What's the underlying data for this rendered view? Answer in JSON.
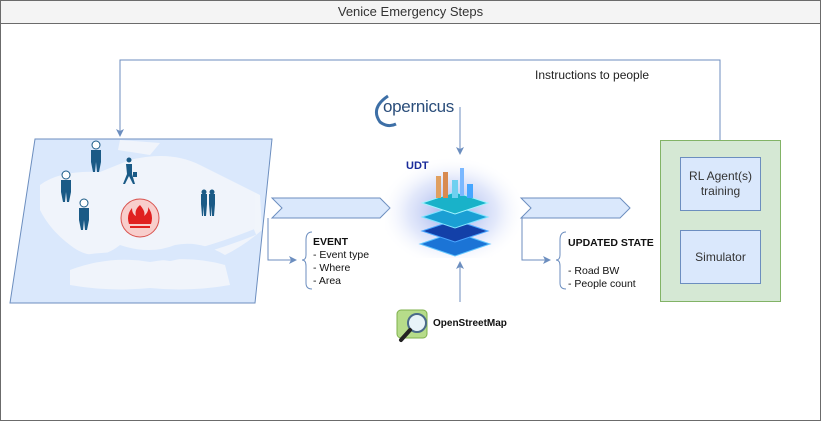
{
  "diagram": {
    "title": "Venice Emergency Steps",
    "feedback_label": "Instructions to people",
    "sources": {
      "copernicus": "opernicus",
      "copernicus_full": "Copernicus",
      "osm": "OpenStreetMap"
    },
    "udt": {
      "label": "UDT"
    },
    "event": {
      "heading": "EVENT",
      "items": [
        "- Event type",
        "- Where",
        "- Area"
      ]
    },
    "updated_state": {
      "heading": "UPDATED STATE",
      "items": [
        "- Road BW",
        "- People count"
      ]
    },
    "agent_box": {
      "rl_agent": "RL Agent(s) training",
      "rl_agent_line1": "RL Agent(s)",
      "rl_agent_line2": "training",
      "simulator": "Simulator"
    },
    "map": {
      "people_count": 6,
      "hazard": "fire"
    },
    "colors": {
      "map_fill": "#dae8fc",
      "arrow_fill": "#dae8fc",
      "edge": "#6c8ebf",
      "green_fill": "#d5e8d4",
      "green_edge": "#82b366",
      "person": "#1a5a86",
      "fire": "#e02020"
    }
  }
}
